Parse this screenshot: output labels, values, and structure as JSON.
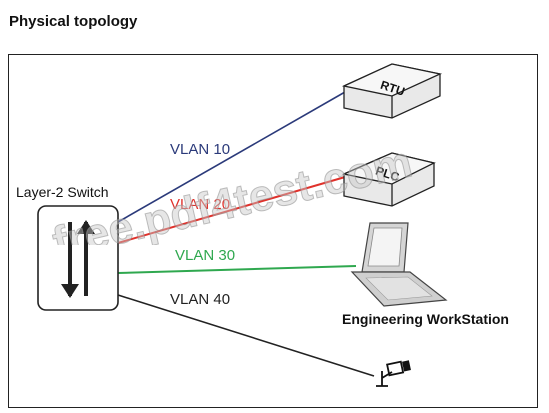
{
  "title": "Physical topology",
  "switch": {
    "label": "Layer-2 Switch"
  },
  "devices": {
    "rtu": {
      "label": "RTU"
    },
    "plc": {
      "label": "PLC"
    },
    "workstation": {
      "label": "Engineering WorkStation"
    },
    "camera": {
      "label": ""
    }
  },
  "links": [
    {
      "name": "VLAN 10",
      "color": "#2b3a7a",
      "target": "rtu"
    },
    {
      "name": "VLAN 20",
      "color": "#e0312b",
      "target": "plc"
    },
    {
      "name": "VLAN 30",
      "color": "#2fa84f",
      "target": "workstation"
    },
    {
      "name": "VLAN 40",
      "color": "#222222",
      "target": "camera"
    }
  ],
  "watermark": "free.pdf4test.com"
}
